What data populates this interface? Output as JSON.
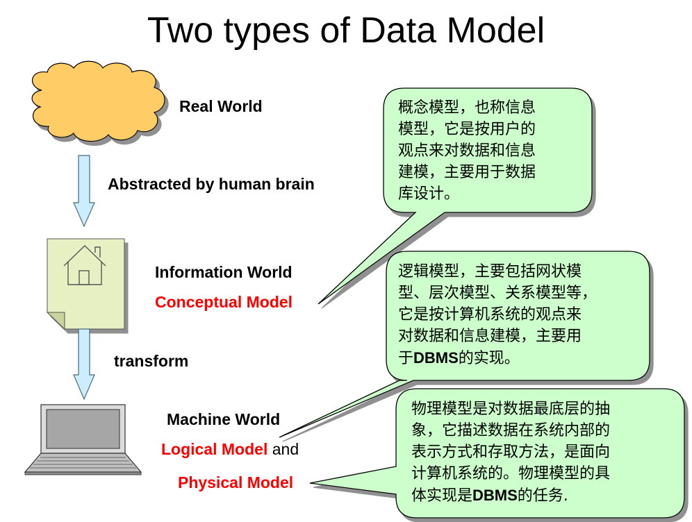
{
  "title": "Two types of Data Model",
  "labels": {
    "real_world": "Real World",
    "abstracted": "Abstracted by human brain",
    "information_world": "Information World",
    "conceptual_model": "Conceptual Model",
    "transform": "transform",
    "machine_world": "Machine World",
    "logical_model": "Logical Model",
    "and": "and",
    "physical_model": "Physical Model"
  },
  "callouts": {
    "conceptual": {
      "text": "概念模型，也称信息模型，它是按用户的观点来对数据和信息建模，主要用于数据库设计。",
      "lines": [
        "概念模型，也称信息",
        "模型，它是按用户的",
        "观点来对数据和信息",
        "建模，主要用于数据",
        "库设计。"
      ]
    },
    "logical": {
      "text": "逻辑模型，主要包括网状模型、层次模型、关系模型等，它是按计算机系统的观点来对数据和信息建模，主要用于DBMS的实现。",
      "lines": [
        "逻辑模型，主要包括网状模",
        "型、层次模型、关系模型等，",
        "它是按计算机系统的观点来",
        "对数据和信息建模，主要用"
      ],
      "last_prefix": "于",
      "last_bold": "DBMS",
      "last_suffix": "的实现。"
    },
    "physical": {
      "text": "物理模型是对数据最底层的抽象，它描述数据在系统内部的表示方式和存取方法，是面向计算机系统的。物理模型的具体实现是DBMS的任务.",
      "lines": [
        "物理模型是对数据最底层的抽",
        "象，它描述数据在系统内部的",
        "表示方式和存取方法，是面向",
        "计算机系统的。物理模型的具"
      ],
      "last_prefix": "体实现是",
      "last_bold": "DBMS",
      "last_suffix": "的任务."
    }
  },
  "colors": {
    "callout_fill": "#ccffcc",
    "arrow_fill": "#ccecff",
    "cloud_fill": "#ffcc66",
    "document_fill": "#e6f0c3",
    "red_text": "#ff0000"
  },
  "icons": [
    "cloud-icon",
    "house-document-icon",
    "laptop-icon"
  ]
}
